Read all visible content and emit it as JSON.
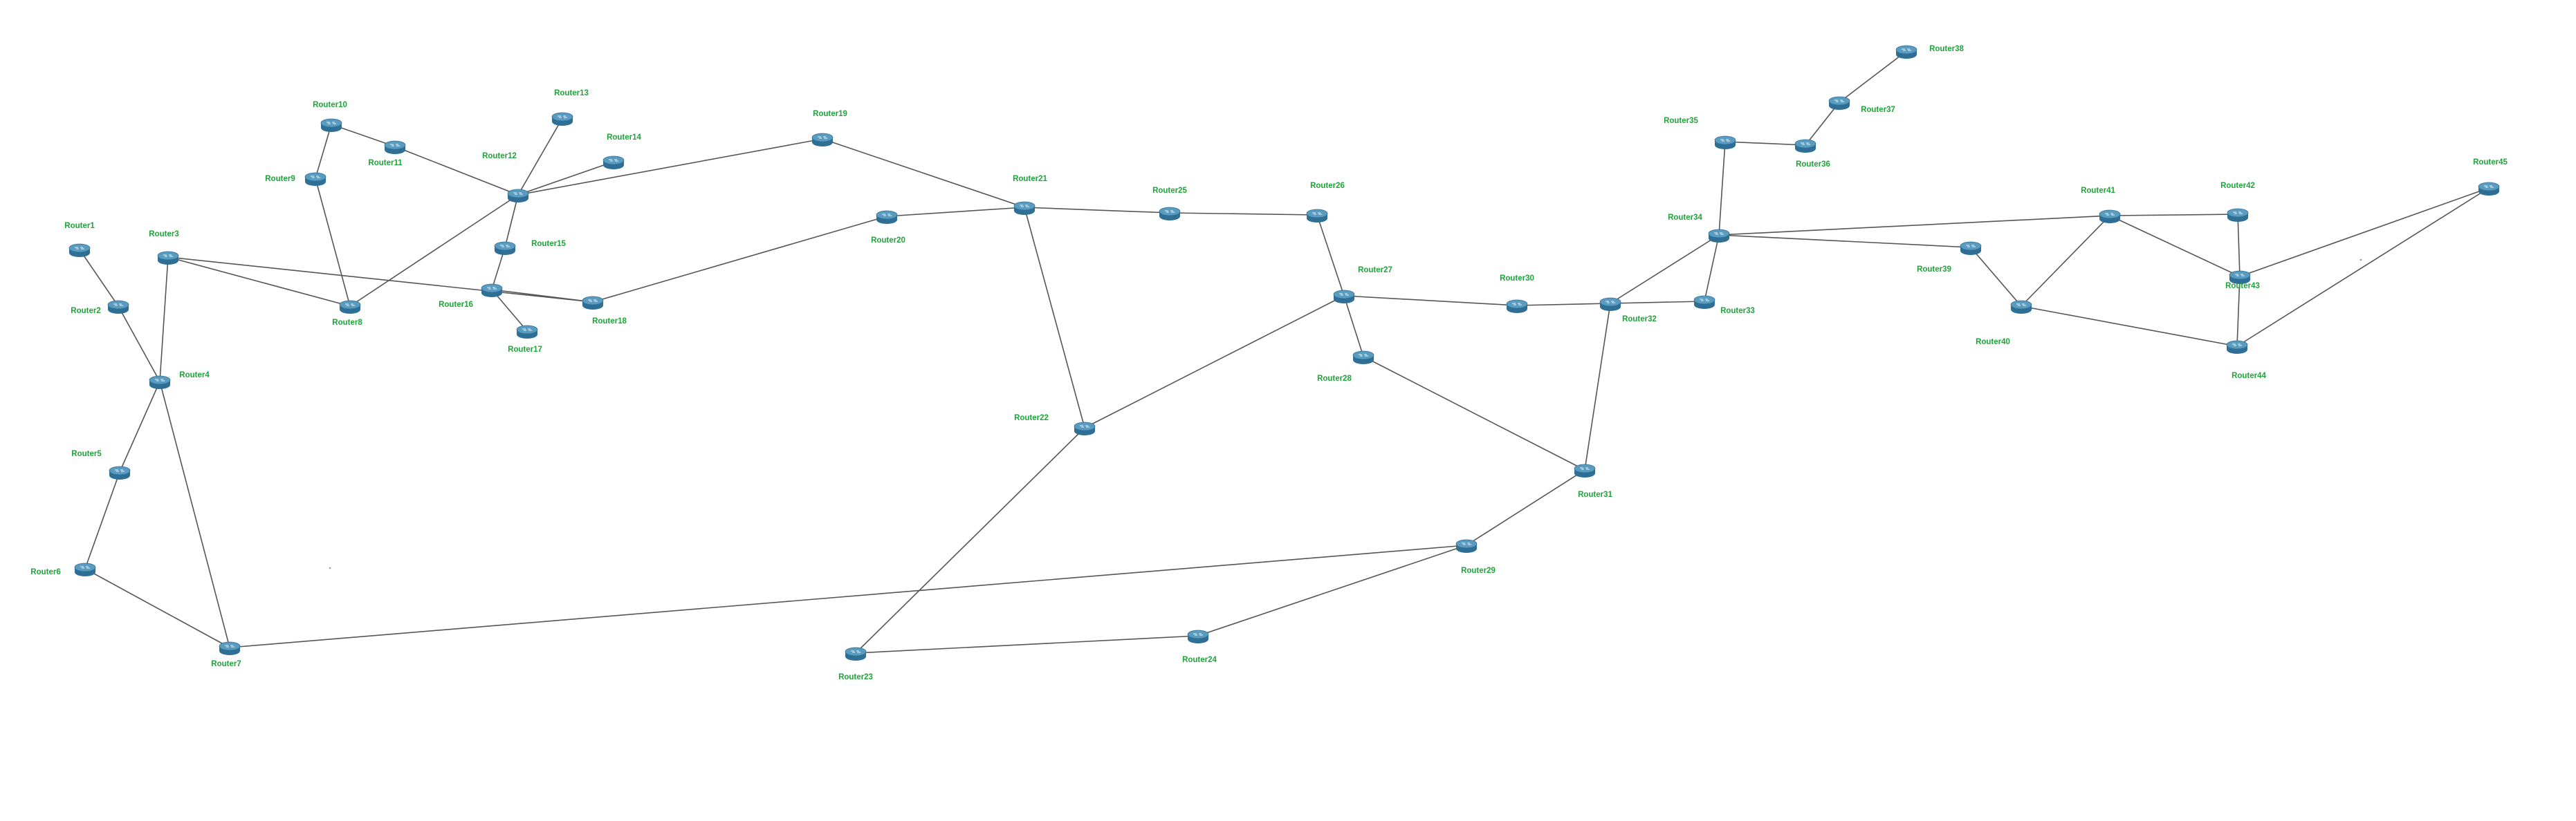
{
  "diagram": {
    "label_color": "#1fa43a",
    "link_color": "#555555",
    "router_top_color": "#5a9bc0",
    "router_side_color": "#2f6f96",
    "nodes": [
      {
        "id": "r1",
        "label": "Router1"
      },
      {
        "id": "r2",
        "label": "Router2"
      },
      {
        "id": "r3",
        "label": "Router3"
      },
      {
        "id": "r4",
        "label": "Router4"
      },
      {
        "id": "r5",
        "label": "Router5"
      },
      {
        "id": "r6",
        "label": "Router6"
      },
      {
        "id": "r7",
        "label": "Router7"
      },
      {
        "id": "r8",
        "label": "Router8"
      },
      {
        "id": "r9",
        "label": "Router9"
      },
      {
        "id": "r10",
        "label": "Router10"
      },
      {
        "id": "r11",
        "label": "Router11"
      },
      {
        "id": "r12",
        "label": "Router12"
      },
      {
        "id": "r13",
        "label": "Router13"
      },
      {
        "id": "r14",
        "label": "Router14"
      },
      {
        "id": "r15",
        "label": "Router15"
      },
      {
        "id": "r16",
        "label": "Router16"
      },
      {
        "id": "r17",
        "label": "Router17"
      },
      {
        "id": "r18",
        "label": "Router18"
      },
      {
        "id": "r19",
        "label": "Router19"
      },
      {
        "id": "r20",
        "label": "Router20"
      },
      {
        "id": "r21",
        "label": "Router21"
      },
      {
        "id": "r22",
        "label": "Router22"
      },
      {
        "id": "r23",
        "label": "Router23"
      },
      {
        "id": "r24",
        "label": "Router24"
      },
      {
        "id": "r25",
        "label": "Router25"
      },
      {
        "id": "r26",
        "label": "Router26"
      },
      {
        "id": "r27",
        "label": "Router27"
      },
      {
        "id": "r28",
        "label": "Router28"
      },
      {
        "id": "r29",
        "label": "Router29"
      },
      {
        "id": "r30",
        "label": "Router30"
      },
      {
        "id": "r31",
        "label": "Router31"
      },
      {
        "id": "r32",
        "label": "Router32"
      },
      {
        "id": "r33",
        "label": "Router33"
      },
      {
        "id": "r34",
        "label": "Router34"
      },
      {
        "id": "r35",
        "label": "Router35"
      },
      {
        "id": "r36",
        "label": "Router36"
      },
      {
        "id": "r37",
        "label": "Router37"
      },
      {
        "id": "r38",
        "label": "Router38"
      },
      {
        "id": "r39",
        "label": "Router39"
      },
      {
        "id": "r40",
        "label": "Router40"
      },
      {
        "id": "r41",
        "label": "Router41"
      },
      {
        "id": "r42",
        "label": "Router42"
      },
      {
        "id": "r43",
        "label": "Router43"
      },
      {
        "id": "r44",
        "label": "Router44"
      },
      {
        "id": "r45",
        "label": "Router45"
      }
    ],
    "links": [
      [
        "r1",
        "r2"
      ],
      [
        "r2",
        "r4"
      ],
      [
        "r3",
        "r4"
      ],
      [
        "r3",
        "r8"
      ],
      [
        "r3",
        "r18"
      ],
      [
        "r4",
        "r5"
      ],
      [
        "r4",
        "r7"
      ],
      [
        "r5",
        "r6"
      ],
      [
        "r6",
        "r7"
      ],
      [
        "r7",
        "r29"
      ],
      [
        "r9",
        "r10"
      ],
      [
        "r9",
        "r8"
      ],
      [
        "r10",
        "r11"
      ],
      [
        "r11",
        "r12"
      ],
      [
        "r8",
        "r12"
      ],
      [
        "r12",
        "r13"
      ],
      [
        "r12",
        "r14"
      ],
      [
        "r12",
        "r15"
      ],
      [
        "r12",
        "r19"
      ],
      [
        "r15",
        "r16"
      ],
      [
        "r16",
        "r17"
      ],
      [
        "r16",
        "r18"
      ],
      [
        "r18",
        "r20"
      ],
      [
        "r19",
        "r21"
      ],
      [
        "r20",
        "r21"
      ],
      [
        "r21",
        "r25"
      ],
      [
        "r21",
        "r22"
      ],
      [
        "r25",
        "r26"
      ],
      [
        "r26",
        "r27"
      ],
      [
        "r22",
        "r27"
      ],
      [
        "r22",
        "r23"
      ],
      [
        "r23",
        "r24"
      ],
      [
        "r24",
        "r29"
      ],
      [
        "r27",
        "r28"
      ],
      [
        "r27",
        "r30"
      ],
      [
        "r28",
        "r31"
      ],
      [
        "r29",
        "r31"
      ],
      [
        "r30",
        "r32"
      ],
      [
        "r31",
        "r32"
      ],
      [
        "r32",
        "r33"
      ],
      [
        "r32",
        "r34"
      ],
      [
        "r33",
        "r34"
      ],
      [
        "r34",
        "r35"
      ],
      [
        "r35",
        "r36"
      ],
      [
        "r36",
        "r37"
      ],
      [
        "r37",
        "r38"
      ],
      [
        "r34",
        "r39"
      ],
      [
        "r34",
        "r41"
      ],
      [
        "r39",
        "r40"
      ],
      [
        "r40",
        "r41"
      ],
      [
        "r40",
        "r44"
      ],
      [
        "r41",
        "r42"
      ],
      [
        "r41",
        "r43"
      ],
      [
        "r42",
        "r43"
      ],
      [
        "r43",
        "r44"
      ],
      [
        "r43",
        "r45"
      ],
      [
        "r44",
        "r45"
      ]
    ]
  }
}
